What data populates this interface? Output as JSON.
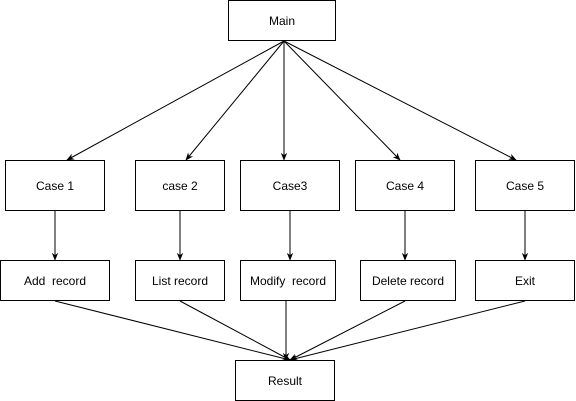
{
  "diagram": {
    "root": "Main",
    "cases": [
      "Case 1",
      "case 2",
      "Case3",
      "Case 4",
      "Case 5"
    ],
    "actions": [
      "Add  record",
      "List record",
      "Modify  record",
      "Delete record",
      "Exit"
    ],
    "result": "Result"
  },
  "colors": {
    "line": "#000000",
    "box_border": "#000000",
    "background": "#ffffff"
  }
}
